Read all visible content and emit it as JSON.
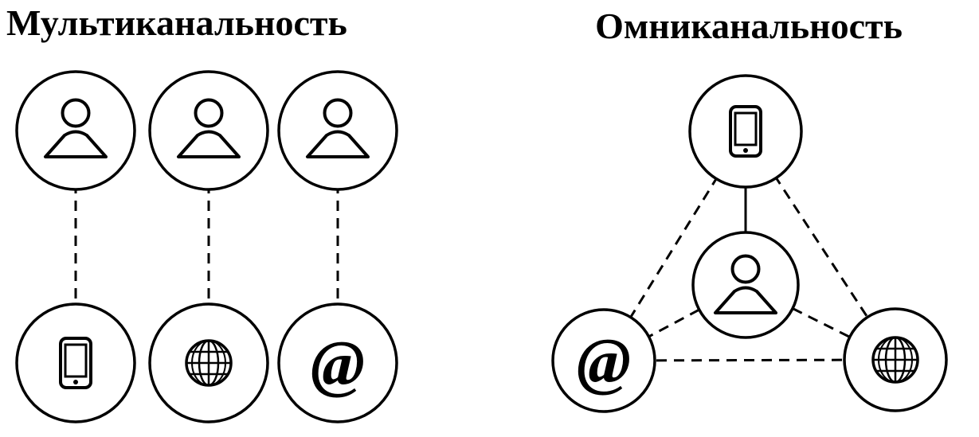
{
  "page": {
    "background": "#ffffff",
    "stroke_color": "#000000"
  },
  "left_diagram": {
    "title": "Мультиканальность",
    "nodes": [
      {
        "id": "user1",
        "icon": "person-icon",
        "row": "top"
      },
      {
        "id": "user2",
        "icon": "person-icon",
        "row": "top"
      },
      {
        "id": "user3",
        "icon": "person-icon",
        "row": "top"
      },
      {
        "id": "smartphone",
        "icon": "smartphone-icon",
        "row": "bottom"
      },
      {
        "id": "website",
        "icon": "globe-icon",
        "row": "bottom"
      },
      {
        "id": "email",
        "icon": "at-sign-icon",
        "row": "bottom"
      }
    ],
    "edges": [
      {
        "from": "user1",
        "to": "smartphone",
        "style": "dashed"
      },
      {
        "from": "user2",
        "to": "website",
        "style": "dashed"
      },
      {
        "from": "user3",
        "to": "email",
        "style": "dashed"
      }
    ]
  },
  "right_diagram": {
    "title": "Омниканальность",
    "nodes": [
      {
        "id": "smartphone",
        "icon": "smartphone-icon",
        "position": "top"
      },
      {
        "id": "user",
        "icon": "person-icon",
        "position": "center"
      },
      {
        "id": "email",
        "icon": "at-sign-icon",
        "position": "bottom-left"
      },
      {
        "id": "website",
        "icon": "globe-icon",
        "position": "bottom-right"
      }
    ],
    "edges": [
      {
        "from": "smartphone",
        "to": "user",
        "style": "solid"
      },
      {
        "from": "smartphone",
        "to": "email",
        "style": "dashed"
      },
      {
        "from": "smartphone",
        "to": "website",
        "style": "dashed"
      },
      {
        "from": "email",
        "to": "website",
        "style": "dashed"
      },
      {
        "from": "user",
        "to": "email",
        "style": "dashed"
      },
      {
        "from": "user",
        "to": "website",
        "style": "dashed"
      }
    ]
  },
  "icons": {
    "at_glyph": "@"
  }
}
